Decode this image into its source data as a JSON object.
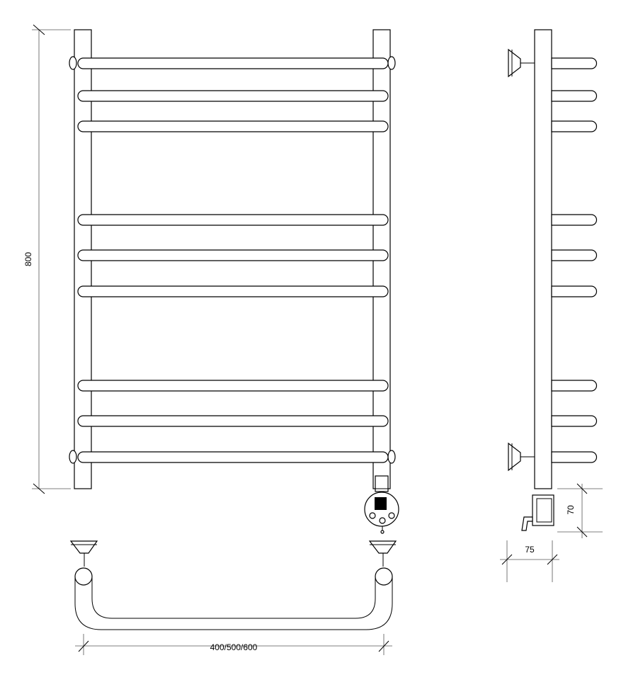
{
  "dimensions": {
    "height_label": "800",
    "width_label": "400/500/600",
    "depth_label": "75",
    "connector_height_label": "70"
  },
  "front_view": {
    "bar_groups": 3,
    "bars_per_group": 3
  },
  "colors": {
    "line": "#000000",
    "background": "#ffffff",
    "display": "#000000"
  }
}
